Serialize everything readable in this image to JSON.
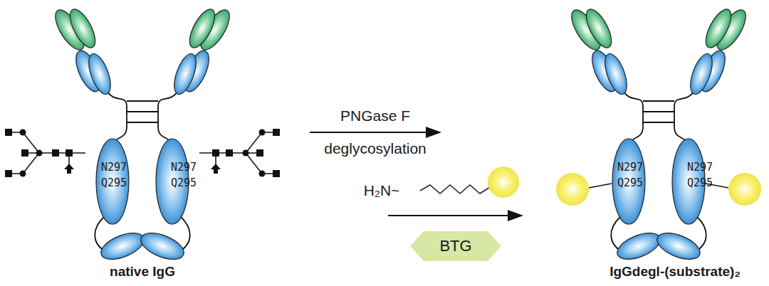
{
  "diagram": {
    "nodes": [
      {
        "text": [
          "BTG"
        ]
      }
    ],
    "labels": [
      "PNGase F",
      "deglycosylation",
      "H₂N~",
      "native IgG",
      "IgGdegl-(substrate)₂",
      "N297",
      "Q295",
      "N297",
      "Q295",
      "N297",
      "Q295",
      "N297",
      "Q295"
    ]
  }
}
